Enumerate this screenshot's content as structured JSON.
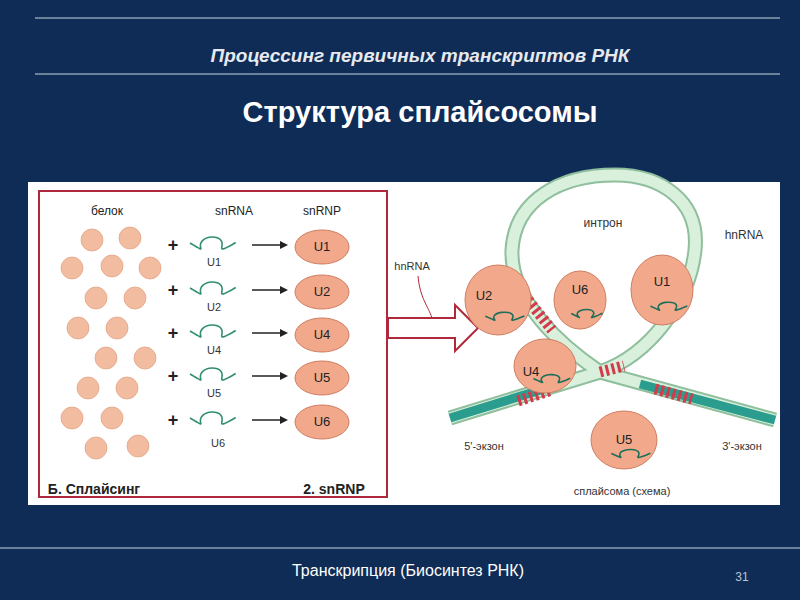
{
  "diagram": {
    "title": "Процессинг первичных транскриптов РНК",
    "nodes": [
      {
        "text": [
          "белок",
          "snRNA",
          "snRNP",
          "Б. Сплайсинг",
          "2. snRNP"
        ]
      },
      {
        "text": [
          "U1"
        ],
        "in": 0
      },
      {
        "text": [
          "U2"
        ],
        "in": 0
      },
      {
        "text": [
          "U4"
        ],
        "in": 0
      },
      {
        "text": [
          "U5"
        ],
        "in": 0
      },
      {
        "text": [
          "U6"
        ],
        "in": 0
      },
      {
        "text": [
          "U2"
        ]
      },
      {
        "text": [
          "U6"
        ]
      },
      {
        "text": [
          "U1"
        ]
      },
      {
        "text": [
          "U4"
        ]
      },
      {
        "text": [
          "U5"
        ]
      }
    ],
    "labels": [
      "Структура сплайсосомы",
      "+",
      "+",
      "+",
      "+",
      "+",
      "U1",
      "U2",
      "U4",
      "U5",
      "U6",
      "hnRNA",
      "интрон",
      "hnRNA",
      "5'-экзон",
      "3'-экзон",
      "сплайсома (схема)",
      "Транскрипция (Биосинтез РНК)",
      "31"
    ]
  }
}
